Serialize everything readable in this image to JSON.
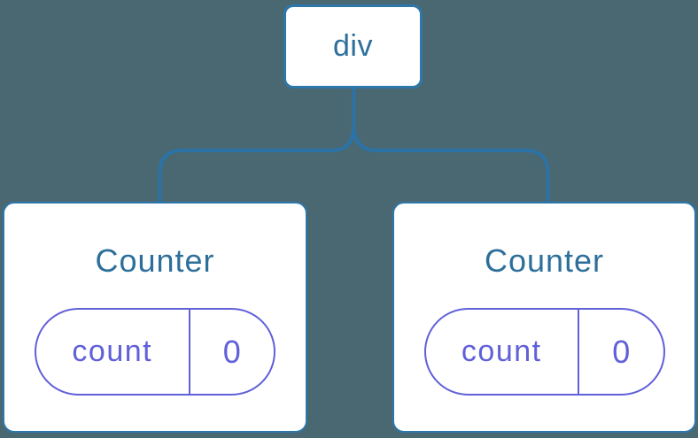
{
  "diagram": {
    "root": {
      "label": "div"
    },
    "children": [
      {
        "title": "Counter",
        "state": {
          "key": "count",
          "value": "0"
        }
      },
      {
        "title": "Counter",
        "state": {
          "key": "count",
          "value": "0"
        }
      }
    ],
    "colors": {
      "background": "#4a6872",
      "node_fill": "#ffffff",
      "node_border_blue": "#2e77ab",
      "node_text_blue": "#2d6f9b",
      "connector_blue": "#2b73a6",
      "state_purple": "#6060d9"
    }
  }
}
